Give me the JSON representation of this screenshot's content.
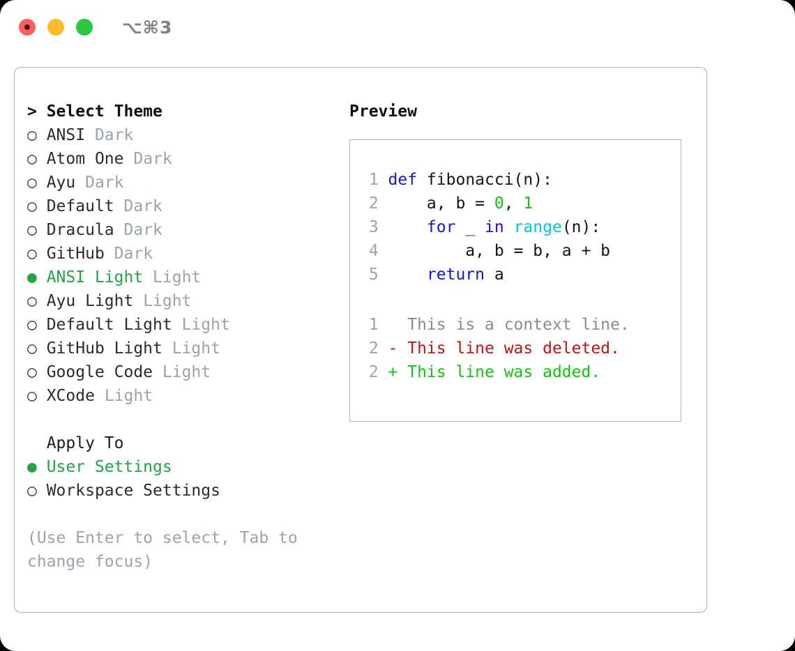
{
  "titlebar": {
    "shortcut": "⌥⌘3",
    "buttons": [
      {
        "name": "close",
        "color": "#FF6058"
      },
      {
        "name": "minimize",
        "color": "#FFBD2E"
      },
      {
        "name": "maximize",
        "color": "#28C840"
      }
    ]
  },
  "left": {
    "heading": "> Select Theme",
    "themes": [
      {
        "bullet": "○",
        "label": "ANSI",
        "kind": "Dark",
        "selected": false
      },
      {
        "bullet": "○",
        "label": "Atom One",
        "kind": "Dark",
        "selected": false
      },
      {
        "bullet": "○",
        "label": "Ayu",
        "kind": "Dark",
        "selected": false
      },
      {
        "bullet": "○",
        "label": "Default",
        "kind": "Dark",
        "selected": false
      },
      {
        "bullet": "○",
        "label": "Dracula",
        "kind": "Dark",
        "selected": false
      },
      {
        "bullet": "○",
        "label": "GitHub",
        "kind": "Dark",
        "selected": false
      },
      {
        "bullet": "●",
        "label": "ANSI Light",
        "kind": "Light",
        "selected": true
      },
      {
        "bullet": "○",
        "label": "Ayu Light",
        "kind": "Light",
        "selected": false
      },
      {
        "bullet": "○",
        "label": "Default Light",
        "kind": "Light",
        "selected": false
      },
      {
        "bullet": "○",
        "label": "GitHub Light",
        "kind": "Light",
        "selected": false
      },
      {
        "bullet": "○",
        "label": "Google Code",
        "kind": "Light",
        "selected": false
      },
      {
        "bullet": "○",
        "label": "XCode",
        "kind": "Light",
        "selected": false
      }
    ],
    "apply_to_heading": "  Apply To",
    "apply_to": [
      {
        "bullet": "●",
        "label": "User Settings",
        "selected": true
      },
      {
        "bullet": "○",
        "label": "Workspace Settings",
        "selected": false
      }
    ],
    "hint": "(Use Enter to select, Tab to change focus)"
  },
  "right": {
    "heading": "Preview",
    "code_lines": [
      {
        "num": "1",
        "tokens": [
          {
            "t": "def",
            "c": "kw"
          },
          {
            "t": " fibonacci(n):",
            "c": "txt"
          }
        ]
      },
      {
        "num": "2",
        "tokens": [
          {
            "t": "    a, b = ",
            "c": "txt"
          },
          {
            "t": "0",
            "c": "num"
          },
          {
            "t": ", ",
            "c": "txt"
          },
          {
            "t": "1",
            "c": "num"
          }
        ]
      },
      {
        "num": "3",
        "tokens": [
          {
            "t": "    ",
            "c": "txt"
          },
          {
            "t": "for",
            "c": "kw"
          },
          {
            "t": " _ ",
            "c": "txt"
          },
          {
            "t": "in",
            "c": "kw"
          },
          {
            "t": " ",
            "c": "txt"
          },
          {
            "t": "range",
            "c": "fn"
          },
          {
            "t": "(n):",
            "c": "txt"
          }
        ]
      },
      {
        "num": "4",
        "tokens": [
          {
            "t": "        a, b = b, a + b",
            "c": "txt"
          }
        ]
      },
      {
        "num": "5",
        "tokens": [
          {
            "t": "    ",
            "c": "txt"
          },
          {
            "t": "return",
            "c": "kw"
          },
          {
            "t": " a",
            "c": "txt"
          }
        ]
      }
    ],
    "diff_lines": [
      {
        "num": "1",
        "marker": " ",
        "text": " This is a context line.",
        "kind": "ctx"
      },
      {
        "num": "2",
        "marker": "-",
        "text": " This line was deleted.",
        "kind": "del"
      },
      {
        "num": "2",
        "marker": "+",
        "text": " This line was added.",
        "kind": "add"
      }
    ]
  },
  "colors": {
    "accent_green": "#22a447",
    "muted": "#9aa3b0",
    "border": "#aab4c0",
    "keyword": "#1414e0",
    "function": "#00c8d4",
    "number": "#12c412",
    "diff_deleted": "#c01414",
    "diff_added": "#12c412"
  }
}
